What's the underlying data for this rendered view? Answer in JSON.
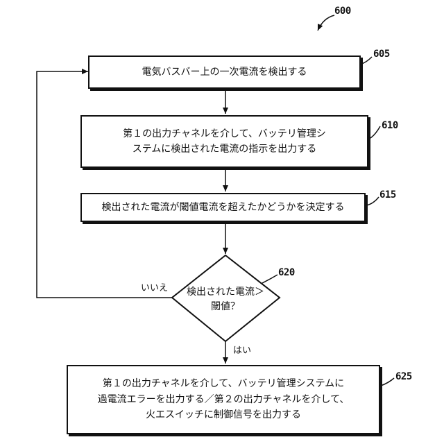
{
  "figure_number": "600",
  "steps": [
    {
      "ref": "605",
      "lines": [
        "電気バスバー上の一次電流を検出する"
      ]
    },
    {
      "ref": "610",
      "lines": [
        "第１の出力チャネルを介して、バッテリ管理シ",
        "ステムに検出された電流の指示を出力する"
      ]
    },
    {
      "ref": "615",
      "lines": [
        "検出された電流が閾値電流を超えたかどうかを決定する"
      ]
    },
    {
      "ref": "625",
      "lines": [
        "第１の出力チャネルを介して、バッテリ管理システムに",
        "過電流エラーを出力する／第２の出力チャネルを介して、",
        "火エスイッチに制御信号を出力する"
      ]
    }
  ],
  "decision": {
    "ref": "620",
    "lines": [
      "検出された電流＞",
      "閾値？"
    ]
  },
  "branches": {
    "yes": "はい",
    "no": "いいえ"
  }
}
